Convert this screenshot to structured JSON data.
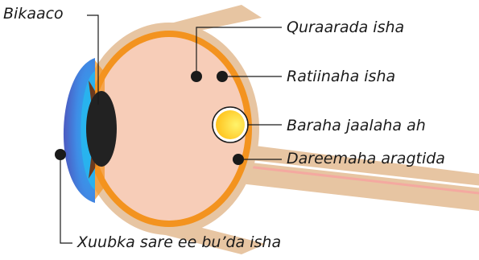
{
  "labels": {
    "lens": "Bikaaco",
    "choroid": "Quraarada isha",
    "retina": "Ratiinaha isha",
    "macula": "Baraha jaalaha ah",
    "optic_nerve": "Dareemaha aragtida",
    "cornea": "Xuubka sare ee bu’da isha"
  },
  "colors": {
    "sclera": "#e7c5a2",
    "retina": "#f3931f",
    "vitreous": "#f7cdb8",
    "cornea": "#4a86e0",
    "lens": "#222222",
    "macula": "#ffd21f",
    "nerve_stripe": "#f4a9a0",
    "marker": "#1a1a1a",
    "leader": "#1a1a1a"
  }
}
